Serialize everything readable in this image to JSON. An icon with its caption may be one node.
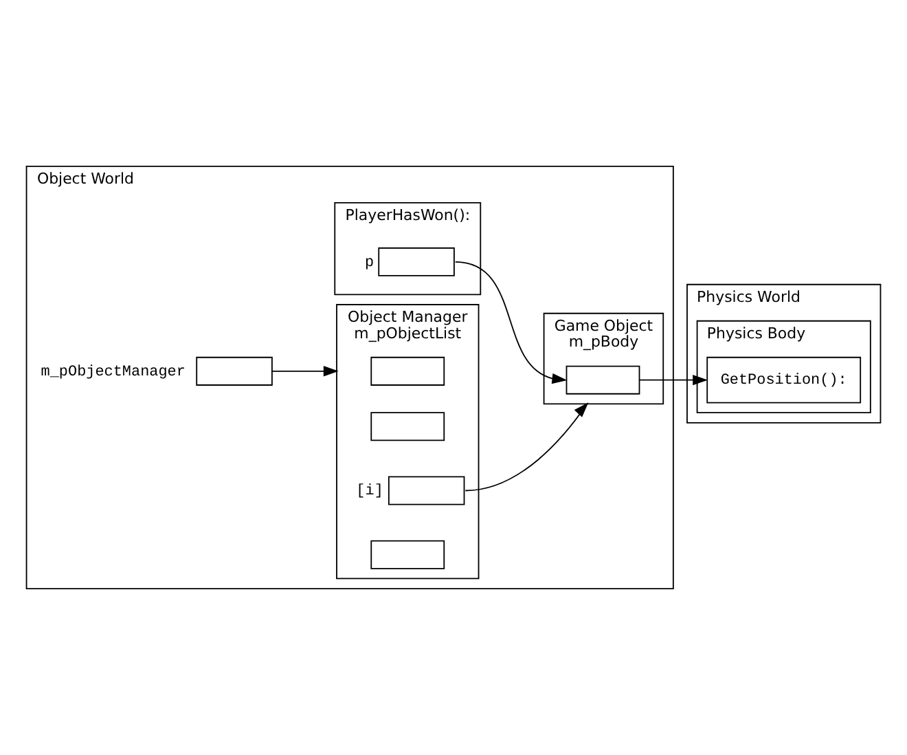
{
  "diagram": {
    "nodes": [
      {
        "text": [
          "Object World"
        ]
      },
      {
        "text": [],
        "shape": "box",
        "in": 0,
        "beside": [
          "m_pObjectManager"
        ]
      },
      {
        "text": [
          "Object Manager",
          "m_pObjectList"
        ],
        "in": 0
      },
      {
        "text": [],
        "shape": "box",
        "in": 2
      },
      {
        "text": [],
        "shape": "box",
        "in": 2
      },
      {
        "text": [],
        "shape": "box",
        "in": 2,
        "beside": [
          "[i]"
        ]
      },
      {
        "text": [],
        "shape": "box",
        "in": 2
      },
      {
        "text": [
          "PlayerHasWon():"
        ],
        "in": 0
      },
      {
        "text": [],
        "shape": "box",
        "in": 7,
        "beside": [
          "p"
        ]
      },
      {
        "text": [
          "Game Object",
          "m_pBody"
        ],
        "in": 0
      },
      {
        "text": [],
        "shape": "box",
        "in": 9
      },
      {
        "text": [
          "Physics World"
        ]
      },
      {
        "text": [
          "Physics Body"
        ],
        "in": 11
      },
      {
        "text": [
          "GetPosition():"
        ],
        "in": 12
      }
    ],
    "edges": [
      {
        "from": 1,
        "to": 2,
        "arrow": "to"
      },
      {
        "from": 5,
        "to": 9,
        "arrow": "to"
      },
      {
        "from": 8,
        "to": 10,
        "arrow": "to"
      },
      {
        "from": 10,
        "to": 13,
        "arrow": "to"
      }
    ]
  }
}
